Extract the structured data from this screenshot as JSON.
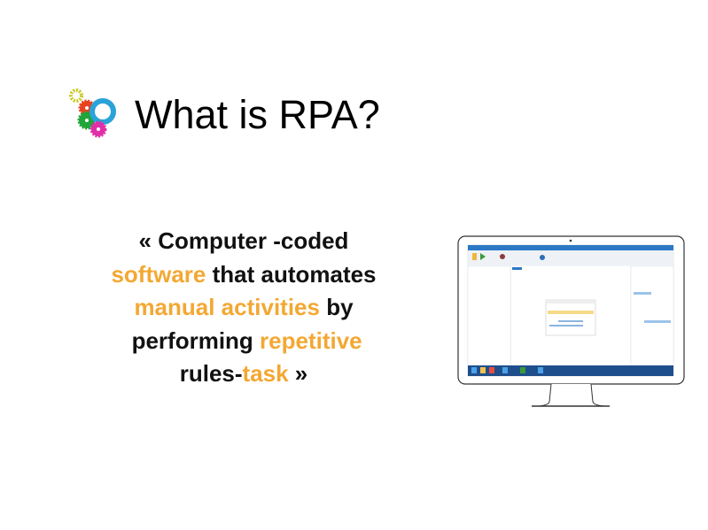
{
  "slide": {
    "title": "What is RPA?",
    "logo_icon": "colored-gears-icon",
    "quote": {
      "open": "« Computer -coded",
      "hl1": "software",
      "t1": " that automates",
      "hl2": "manual activities",
      "t2": " by",
      "t3": "performing ",
      "hl3": "repetitive",
      "t4": "rules-",
      "hl4": "task",
      "close": " »"
    },
    "highlight_color": "#f3a833",
    "illustration": "monitor-with-rpa-studio-screenshot"
  }
}
